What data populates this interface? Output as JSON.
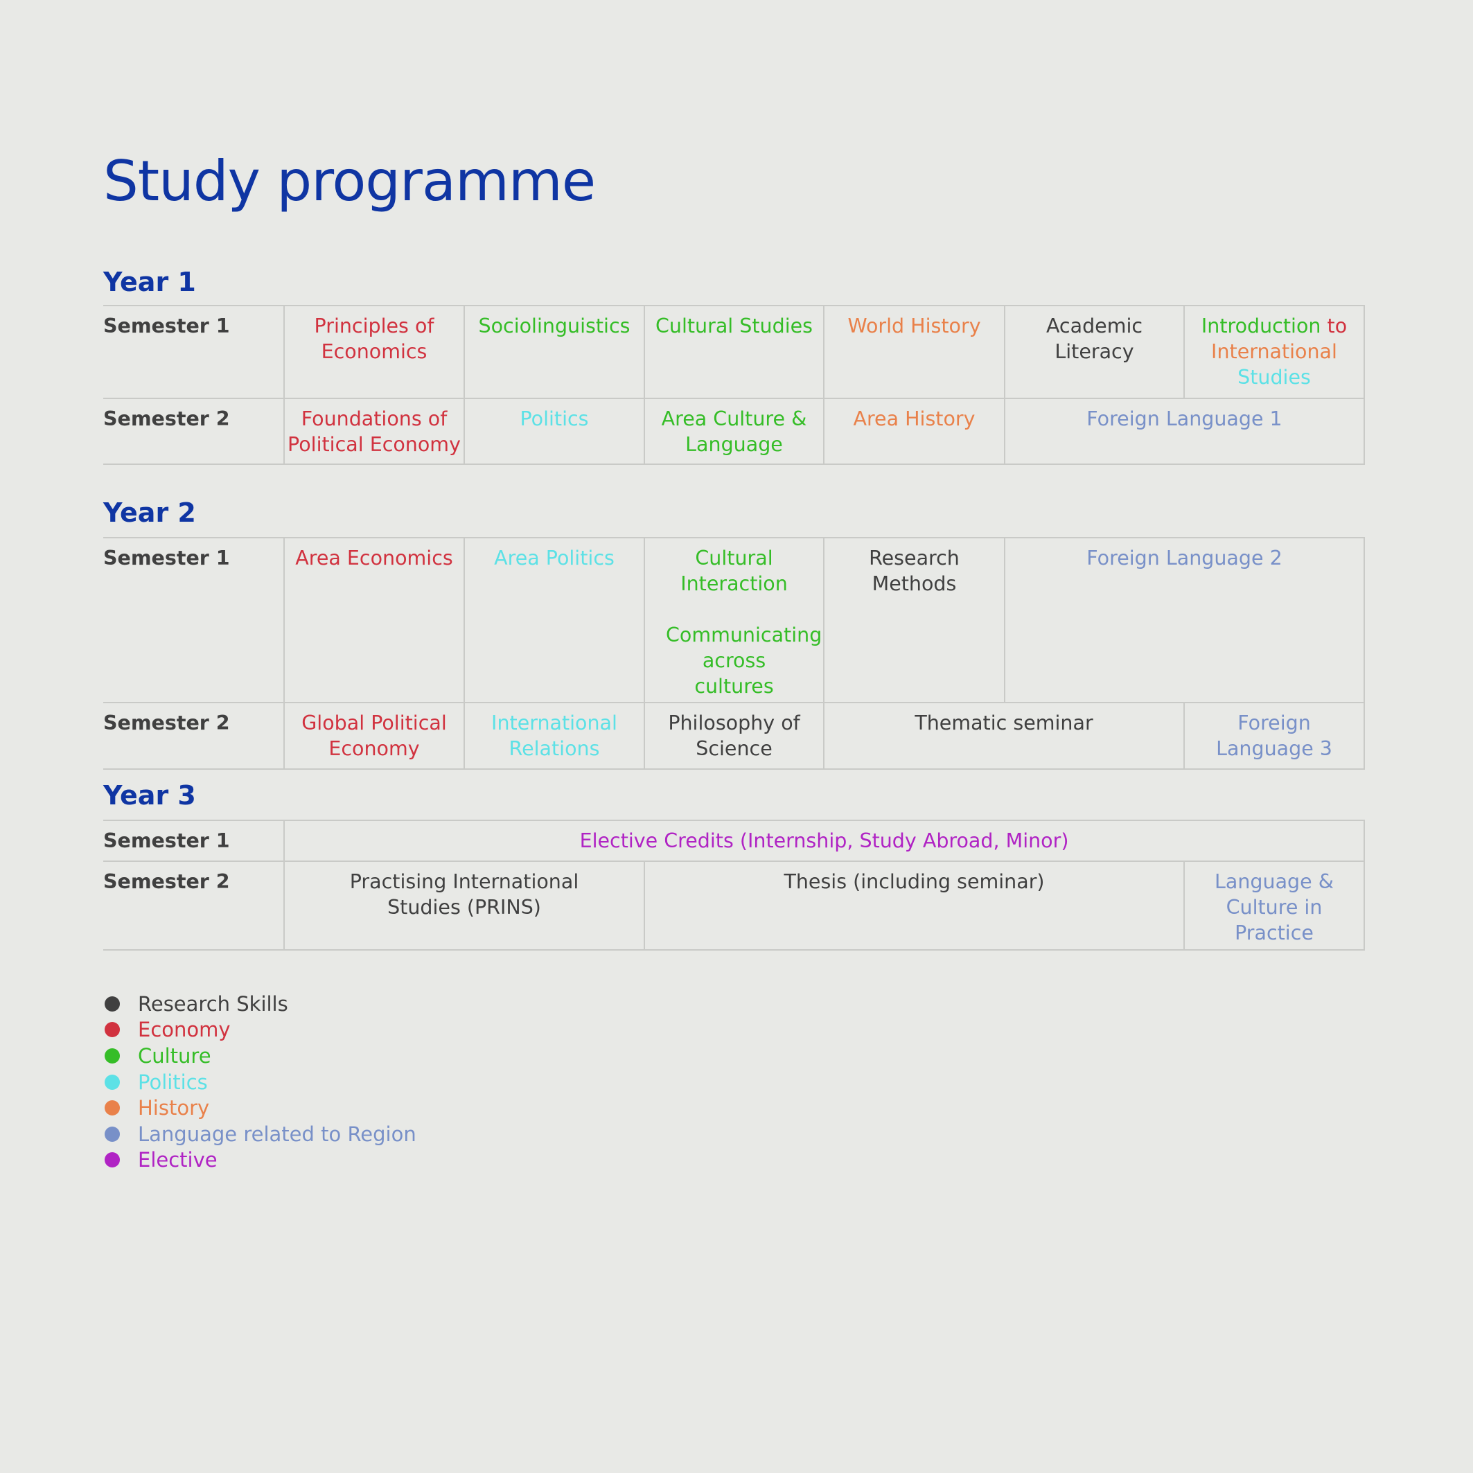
{
  "title": "Study programme",
  "colors": {
    "heading": "#0f35a3",
    "research": "#404040",
    "economy": "#d1323f",
    "culture": "#35bd27",
    "politics": "#5ce1e6",
    "history": "#e9814a",
    "language": "#7890c8",
    "elective": "#b023c4",
    "border": "#c9cac7",
    "background": "#e8e9e6"
  },
  "years": [
    {
      "label": "Year 1",
      "semesters": [
        {
          "label": "Semester 1",
          "courses": [
            {
              "name": "Principles of Economics",
              "category": "Economy"
            },
            {
              "name": "Sociolinguistics",
              "category": "Culture"
            },
            {
              "name": "Cultural Studies",
              "category": "Culture"
            },
            {
              "name": "World History",
              "category": "History"
            },
            {
              "name": "Academic Literacy",
              "category": "Research Skills"
            },
            {
              "name": "Introduction to International Studies",
              "category": "Mixed",
              "parts": [
                "Introduction",
                "to",
                "International",
                "Studies"
              ]
            }
          ]
        },
        {
          "label": "Semester 2",
          "courses": [
            {
              "name": "Foundations of Political Economy",
              "category": "Economy"
            },
            {
              "name": "Politics",
              "category": "Politics"
            },
            {
              "name": "Area Culture & Language",
              "category": "Culture"
            },
            {
              "name": "Area History",
              "category": "History"
            },
            {
              "name": "Foreign Language 1",
              "category": "Language related to Region"
            }
          ]
        }
      ]
    },
    {
      "label": "Year 2",
      "semesters": [
        {
          "label": "Semester 1",
          "courses": [
            {
              "name": "Area Economics",
              "category": "Economy"
            },
            {
              "name": "Area Politics",
              "category": "Politics"
            },
            {
              "name": "Cultural Interaction",
              "category": "Culture"
            },
            {
              "name": "Communicating across cultures",
              "category": "Culture"
            },
            {
              "name": "Research Methods",
              "category": "Research Skills"
            },
            {
              "name": "Foreign Language 2",
              "category": "Language related to Region"
            }
          ]
        },
        {
          "label": "Semester 2",
          "courses": [
            {
              "name": "Global Political Economy",
              "category": "Economy"
            },
            {
              "name": "International Relations",
              "category": "Politics"
            },
            {
              "name": "Philosophy of Science",
              "category": "Research Skills"
            },
            {
              "name": "Thematic seminar",
              "category": "Research Skills"
            },
            {
              "name": "Foreign Language 3",
              "category": "Language related to Region"
            }
          ]
        }
      ]
    },
    {
      "label": "Year 3",
      "semesters": [
        {
          "label": "Semester 1",
          "courses": [
            {
              "name": "Elective Credits (Internship, Study Abroad, Minor)",
              "category": "Elective"
            }
          ]
        },
        {
          "label": "Semester 2",
          "courses": [
            {
              "name": "Practising International Studies (PRINS)",
              "category": "Research Skills"
            },
            {
              "name": "Thesis (including seminar)",
              "category": "Research Skills"
            },
            {
              "name": "Language & Culture in Practice",
              "category": "Language related to Region"
            }
          ]
        }
      ]
    }
  ],
  "legend": [
    {
      "label": "Research Skills",
      "color": "#404040"
    },
    {
      "label": "Economy",
      "color": "#d1323f"
    },
    {
      "label": "Culture",
      "color": "#35bd27"
    },
    {
      "label": "Politics",
      "color": "#5ce1e6"
    },
    {
      "label": "History",
      "color": "#e9814a"
    },
    {
      "label": "Language related to Region",
      "color": "#7890c8"
    },
    {
      "label": "Elective",
      "color": "#b023c4"
    }
  ]
}
